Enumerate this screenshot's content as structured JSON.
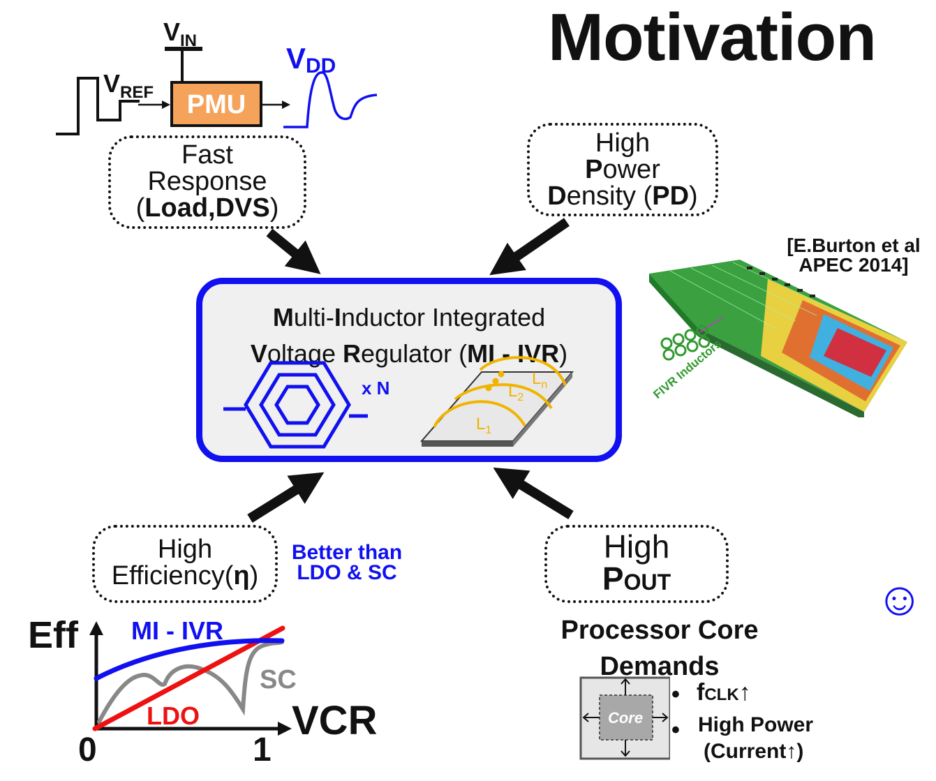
{
  "title": "Motivation",
  "pmu": {
    "vin_main": "V",
    "vin_sub": "IN",
    "vref_main": "V",
    "vref_sub": "REF",
    "pmu_label": "PMU",
    "vdd_main": "V",
    "vdd_sub": "DD"
  },
  "fast_response": {
    "line1": "Fast",
    "line2": "Response",
    "open": "(",
    "bold": "Load,DVS",
    "close": ")"
  },
  "high_pd": {
    "line1": "High",
    "line2_bold": "P",
    "line2_rest": "ower",
    "line3_bold": "D",
    "line3_rest": "ensity (",
    "line3_bold2": "PD",
    "line3_end": ")"
  },
  "reference": {
    "line1": "[E.Burton et al",
    "line2": "APEC 2014]"
  },
  "fivr_label": "FIVR Inductors",
  "central": {
    "l1_b1": "M",
    "l1_r1": "ulti-",
    "l1_b2": "I",
    "l1_r2": "nductor Integrated",
    "l2_b1": "V",
    "l2_r1": "oltage ",
    "l2_b2": "R",
    "l2_r2": "egulator (",
    "l2_b3": "MI - IVR",
    "l2_r3": ")",
    "times_n": "x N",
    "l_1": "L",
    "l_1_sub": "1",
    "l_2": "L",
    "l_2_sub": "2",
    "l_n": "L",
    "l_n_sub": "n"
  },
  "high_eff": {
    "line1": "High",
    "line2": "Efficiency(",
    "eta": "η",
    "close": ")"
  },
  "better_than": {
    "line1": "Better than",
    "line2": "LDO & SC"
  },
  "high_pout": {
    "line1": "High",
    "p": "P",
    "sub": "OUT"
  },
  "smiley": "☺",
  "processor": {
    "line1": "Processor Core",
    "line2": "Demands",
    "core_label": "Core",
    "bullet": "•",
    "b1_main": "f",
    "b1_sub": "CLK",
    "b1_arrow": "↑",
    "b2_line1": "High Power",
    "b2_line2": "(Current↑)"
  },
  "chart_data": {
    "type": "line",
    "xlabel": "VCR",
    "ylabel": "Eff",
    "x_ticks": [
      "0",
      "1"
    ],
    "series": [
      {
        "name": "MI - IVR",
        "color": "#1010f0"
      },
      {
        "name": "LDO",
        "color": "#ee1111"
      },
      {
        "name": "SC",
        "color": "#888888"
      }
    ]
  },
  "colors": {
    "accent_blue": "#1010f0",
    "pmu_orange": "#f5a35a",
    "inductor_gold": "#f0b400",
    "ldo_red": "#ee1111",
    "sc_gray": "#888888"
  }
}
